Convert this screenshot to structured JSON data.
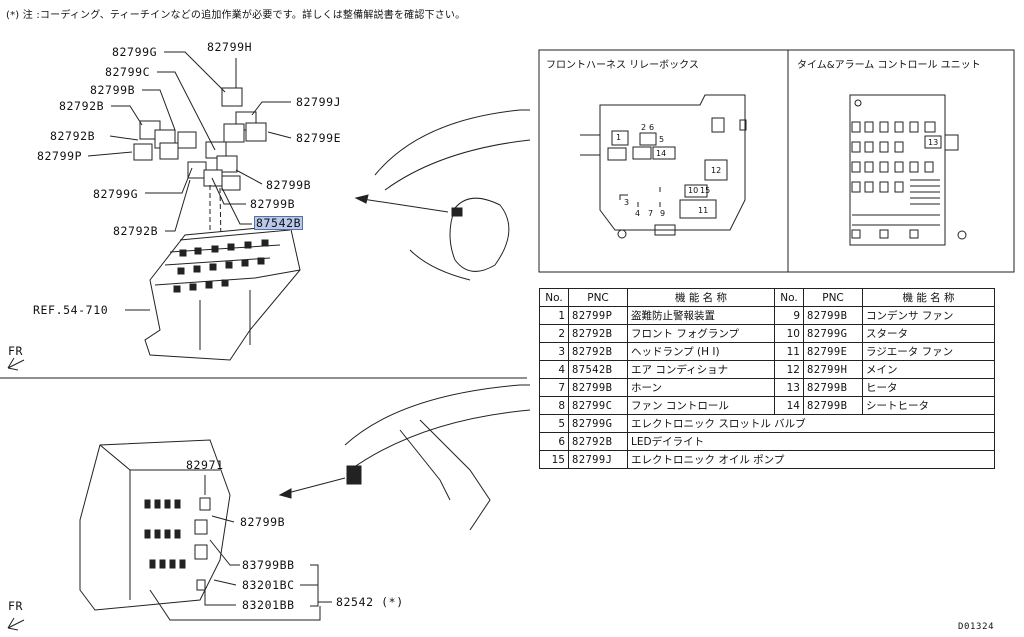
{
  "note": "(*) 注 :コーディング、ティーチインなどの追加作業が必要です。詳しくは整備解説書を確認下さい。",
  "upper_callouts": {
    "c82799G_top": "82799G",
    "c82799H": "82799H",
    "c82799C": "82799C",
    "c82799J": "82799J",
    "c82799B_left": "82799B",
    "c82792B_1": "82792B",
    "c82799E": "82799E",
    "c82792B_2": "82792B",
    "c82799P": "82799P",
    "c82799B_r1": "82799B",
    "c82799G_bottom": "82799G",
    "c82799B_r2": "82799B",
    "c87542B": "87542B",
    "c82792B_3": "82792B",
    "ref": "REF.54-710"
  },
  "lower_callouts": {
    "c82971": "82971",
    "c82799B": "82799B",
    "c83799BB": "83799BB",
    "c83201BC": "83201BC",
    "c83201BB": "83201BB",
    "c82542": "82542 (*)"
  },
  "fr_labels": [
    "FR",
    "FR"
  ],
  "box_titles": {
    "front_harness": "フロントハーネス リレーボックス",
    "time_alarm": "タイム&アラーム コントロール ユニット"
  },
  "front_box_slots": [
    "1",
    "2",
    "6",
    "5",
    "14",
    "12",
    "10",
    "15",
    "3",
    "4",
    "7",
    "9",
    "11"
  ],
  "time_alarm_slots": [
    "13"
  ],
  "table": {
    "headers": [
      "No.",
      "PNC",
      "機 能 名 称",
      "No.",
      "PNC",
      "機 能 名 称"
    ],
    "rows": [
      {
        "no": "1",
        "pnc": "82799P",
        "name": "盗難防止警報装置",
        "no2": "9",
        "pnc2": "82799B",
        "name2": "コンデンサ ファン"
      },
      {
        "no": "2",
        "pnc": "82792B",
        "name": "フロント フォグランプ",
        "no2": "10",
        "pnc2": "82799G",
        "name2": "スタータ"
      },
      {
        "no": "3",
        "pnc": "82792B",
        "name": "ヘッドランプ (H I)",
        "no2": "11",
        "pnc2": "82799E",
        "name2": "ラジエータ ファン"
      },
      {
        "no": "4",
        "pnc": "87542B",
        "name": "エア コンディショナ",
        "no2": "12",
        "pnc2": "82799H",
        "name2": "メイン"
      },
      {
        "no": "7",
        "pnc": "82799B",
        "name": "ホーン",
        "no2": "13",
        "pnc2": "82799B",
        "name2": "ヒータ"
      },
      {
        "no": "8",
        "pnc": "82799C",
        "name": "ファン コントロール",
        "no2": "14",
        "pnc2": "82799B",
        "name2": "シートヒータ"
      }
    ],
    "wide_rows": [
      {
        "no": "5",
        "pnc": "82799G",
        "name": "エレクトロニック スロットル バルブ"
      },
      {
        "no": "6",
        "pnc": "82792B",
        "name": "LEDデイライト"
      },
      {
        "no": "15",
        "pnc": "82799J",
        "name": "エレクトロニック オイル ポンプ"
      }
    ]
  },
  "code": "D01324"
}
